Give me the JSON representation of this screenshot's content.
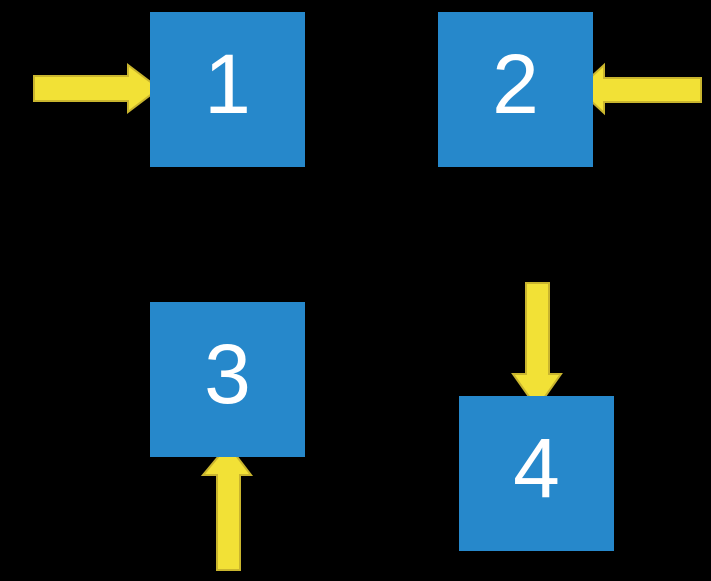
{
  "diagram": {
    "title": "numbered-boxes-with-directional-arrows",
    "background_color": "#000000",
    "colors": {
      "square": "#2688CB",
      "arrow": "#F2E136",
      "arrow_outline": "#C9B52E",
      "label": "#FFFFFF"
    },
    "boxes": [
      {
        "label": "1",
        "arrow_direction": "pointing-right-into-left-side"
      },
      {
        "label": "2",
        "arrow_direction": "pointing-left-into-right-side"
      },
      {
        "label": "3",
        "arrow_direction": "pointing-up-into-bottom-side"
      },
      {
        "label": "4",
        "arrow_direction": "pointing-down-into-top-side"
      }
    ]
  }
}
